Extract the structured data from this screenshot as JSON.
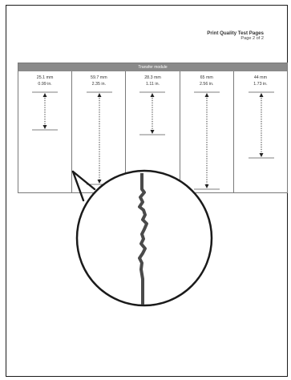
{
  "header": {
    "title": "Print Quality Test Pages",
    "subtitle": "Page 2 of 2"
  },
  "module": {
    "title": "Transfer module",
    "columns": [
      {
        "mm": "25.1 mm",
        "in": "0.99 in."
      },
      {
        "mm": "59.7 mm",
        "in": "2.35 in."
      },
      {
        "mm": "28.3 mm",
        "in": "1.11 in."
      },
      {
        "mm": "65 mm",
        "in": "2.56 in."
      },
      {
        "mm": "44 mm",
        "in": "1.73 in."
      }
    ]
  },
  "colors": {
    "frame": "#1a1a1a",
    "header_band": "#8a8a8a",
    "defect_line": "#4a4a4a"
  }
}
